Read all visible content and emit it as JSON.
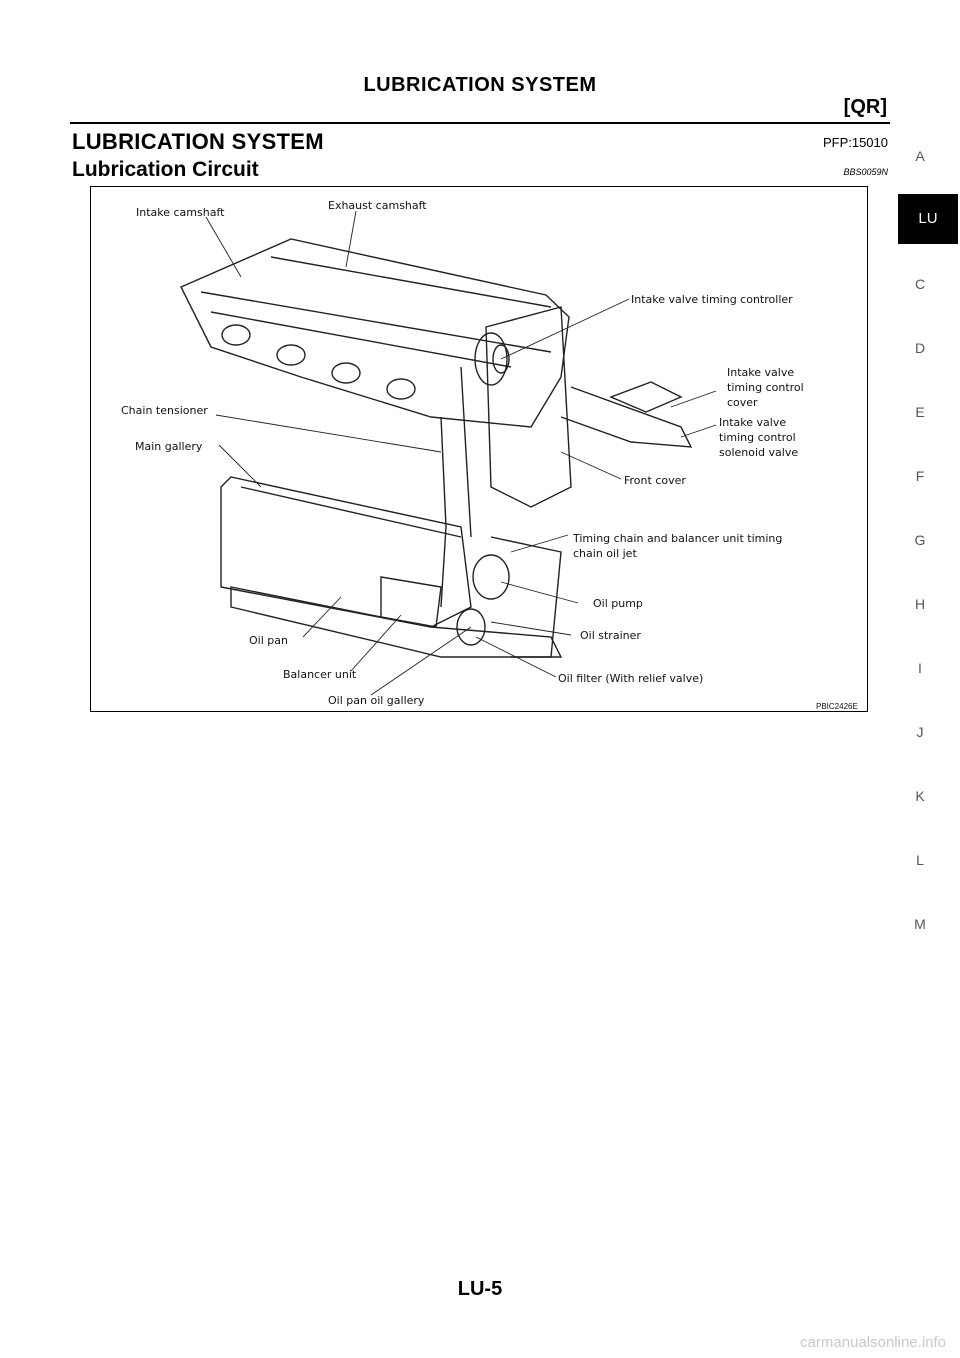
{
  "header": {
    "title": "LUBRICATION SYSTEM",
    "code": "[QR]"
  },
  "section": {
    "title": "LUBRICATION SYSTEM",
    "pfp": "PFP:15010"
  },
  "subsection": {
    "title": "Lubrication Circuit",
    "ref": "BBS0059N"
  },
  "figure": {
    "labels": {
      "intake_camshaft": "Intake camshaft",
      "exhaust_camshaft": "Exhaust camshaft",
      "ivt_controller": "Intake valve timing controller",
      "ivt_cover_1": "Intake valve",
      "ivt_cover_2": "timing control",
      "ivt_cover_3": "cover",
      "ivt_solenoid_1": "Intake valve",
      "ivt_solenoid_2": "timing control",
      "ivt_solenoid_3": "solenoid valve",
      "chain_tensioner": "Chain tensioner",
      "main_gallery": "Main gallery",
      "front_cover": "Front cover",
      "timing_chain_1": "Timing chain and balancer unit timing",
      "timing_chain_2": "chain oil jet",
      "oil_pump": "Oil pump",
      "oil_strainer": "Oil strainer",
      "oil_pan": "Oil pan",
      "balancer_unit": "Balancer unit",
      "oil_filter": "Oil filter (With relief valve)",
      "oil_pan_gallery": "Oil pan oil gallery"
    },
    "ref": "PBIC2426E"
  },
  "side_tabs": [
    "A",
    "LU",
    "C",
    "D",
    "E",
    "F",
    "G",
    "H",
    "I",
    "J",
    "K",
    "L",
    "M"
  ],
  "active_tab": "LU",
  "page_number": "LU-5",
  "watermark": "carmanualsonline.info"
}
